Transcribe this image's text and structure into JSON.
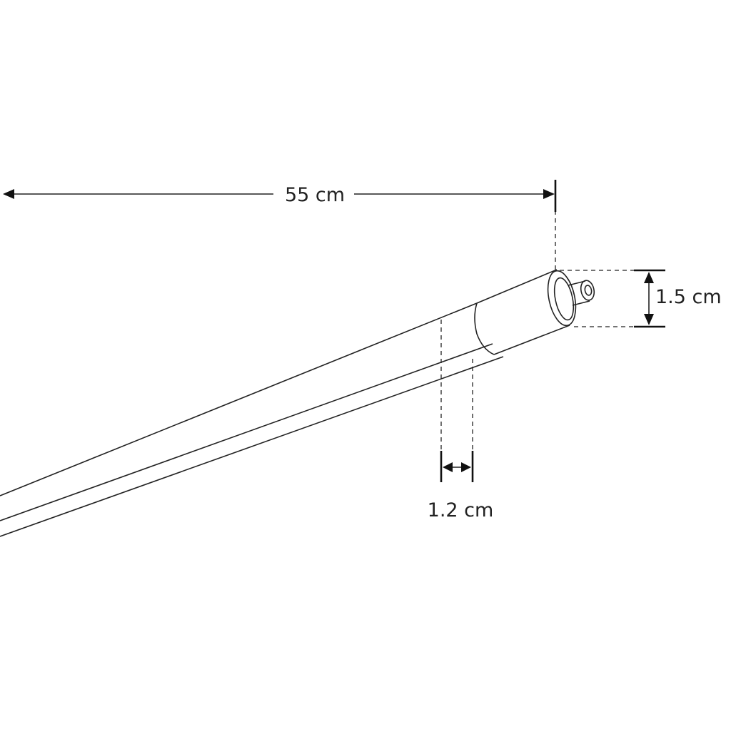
{
  "dimensions": {
    "length": "55 cm",
    "diameter": "1.5 cm",
    "width": "1.2 cm"
  },
  "colors": {
    "line": "#222222",
    "background": "#ffffff"
  }
}
